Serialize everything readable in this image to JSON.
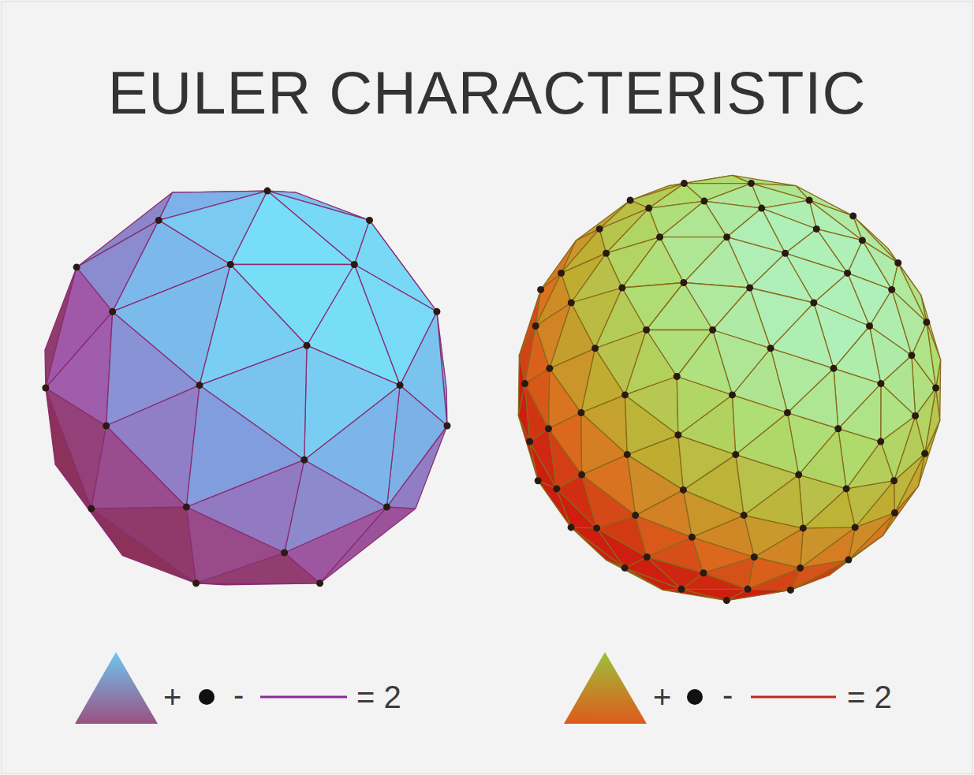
{
  "diagram": {
    "title": "EULER CHARACTERISTIC",
    "labels": [
      "+",
      "-",
      "= 2",
      "+",
      "-",
      "= 2"
    ]
  }
}
